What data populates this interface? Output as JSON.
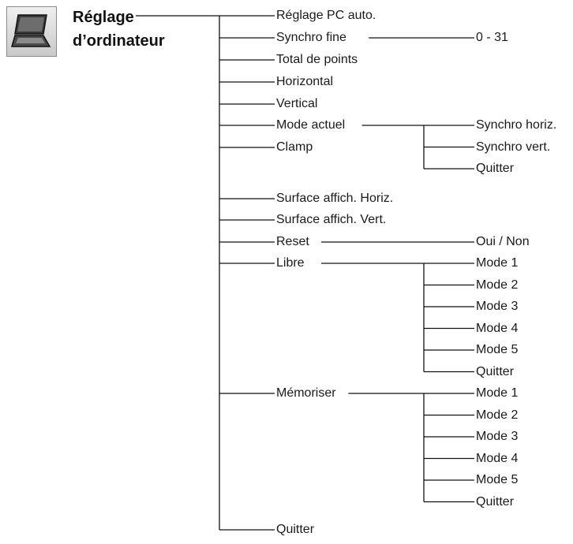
{
  "section": {
    "title_line1": "Réglage",
    "title_line2": "d’ordinateur",
    "icon": "laptop-icon"
  },
  "menu": [
    {
      "label": "Réglage PC auto."
    },
    {
      "label": "Synchro fine",
      "children": [
        "0 - 31"
      ]
    },
    {
      "label": "Total de points"
    },
    {
      "label": "Horizontal"
    },
    {
      "label": "Vertical"
    },
    {
      "label": "Mode actuel",
      "children": [
        "Synchro horiz.",
        "Synchro vert.",
        "Quitter"
      ]
    },
    {
      "label": "Clamp"
    },
    {
      "label": "Surface affich. Horiz."
    },
    {
      "label": "Surface affich. Vert."
    },
    {
      "label": "Reset",
      "children": [
        "Oui / Non"
      ]
    },
    {
      "label": "Libre",
      "children": [
        "Mode 1",
        "Mode 2",
        "Mode 3",
        "Mode 4",
        "Mode 5",
        "Quitter"
      ]
    },
    {
      "label": "Mémoriser",
      "children": [
        "Mode 1",
        "Mode 2",
        "Mode 3",
        "Mode 4",
        "Mode 5",
        "Quitter"
      ]
    },
    {
      "label": "Quitter"
    }
  ]
}
